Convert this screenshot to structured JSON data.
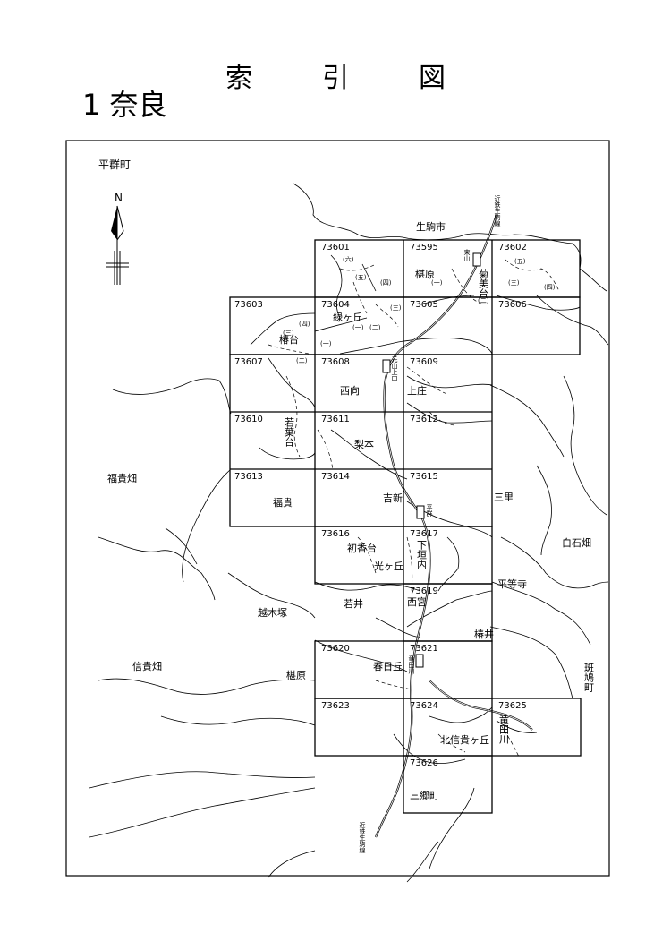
{
  "title": "索引図",
  "subtitle": "1 奈良",
  "north_label": "N",
  "colors": {
    "ink": "#000000",
    "paper": "#ffffff"
  },
  "grid_cells": [
    "73601",
    "73595",
    "73602",
    "73603",
    "73604",
    "73605",
    "73606",
    "73607",
    "73608",
    "73609",
    "73610",
    "73611",
    "73612",
    "73613",
    "73614",
    "73615",
    "73616",
    "73617",
    "73619",
    "73620",
    "73621",
    "73623",
    "73624",
    "73625",
    "73626"
  ],
  "place_names": [
    "平群町",
    "生駒市",
    "福貴畑",
    "白石畑",
    "越木塚",
    "信貴畑",
    "三里",
    "平等寺",
    "斑鳩町",
    "椹原",
    "菊美台",
    "緑ヶ丘",
    "椿台",
    "西向",
    "上庄",
    "若葉台",
    "梨本",
    "福貴",
    "吉新",
    "初香台",
    "光ヶ丘",
    "下垣内",
    "若井",
    "西宮",
    "椿井",
    "春日丘",
    "竜田川",
    "北信貴ヶ丘",
    "三郷町",
    "椹原"
  ],
  "rail_labels": [
    "近鉄生駒線",
    "東山",
    "元山上口",
    "平群",
    "竜田川",
    "近鉄生駒線"
  ],
  "district_numbers": [
    "(六)",
    "(五)",
    "(四)",
    "(一)",
    "(二)",
    "(三)",
    "(四)",
    "(三)",
    "(一)",
    "(二)",
    "(五)",
    "(三)",
    "(四)",
    "(二)",
    "(一)"
  ]
}
